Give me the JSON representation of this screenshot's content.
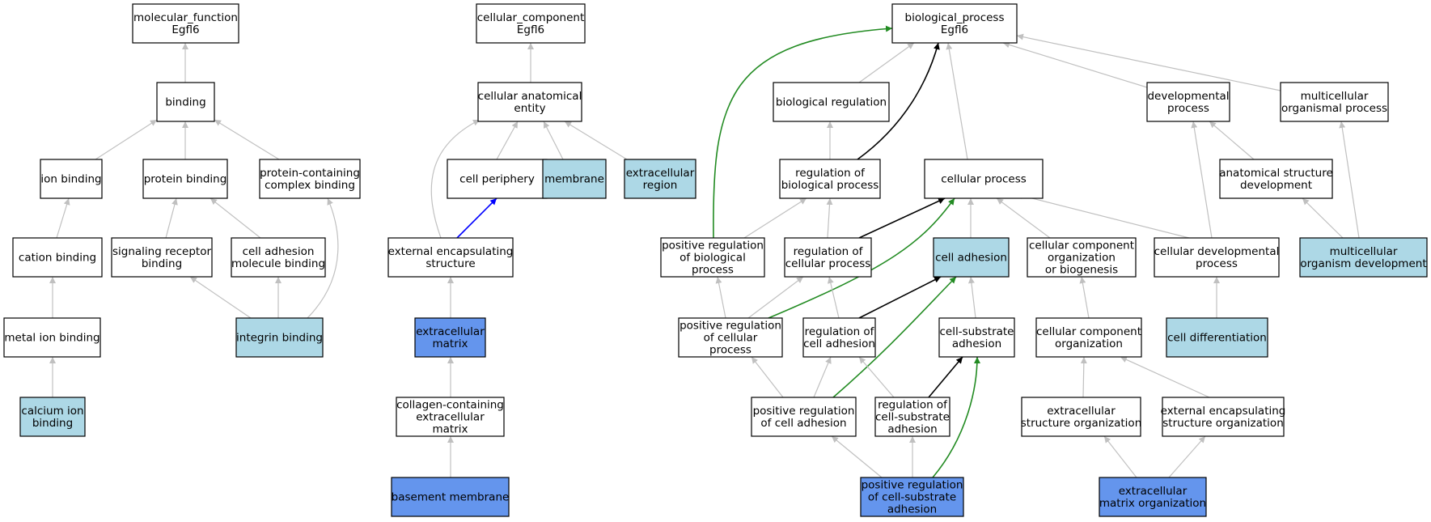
{
  "colors": {
    "plain_fill": "#ffffff",
    "annotated_fill": "#add8e6",
    "direct_fill": "#6495ed",
    "node_border": "#000000",
    "is_a_edge": "#c0c0c0",
    "regulates_edge": "#000000",
    "positively_regulates_edge": "#228b22",
    "part_of_edge": "#0000ff"
  },
  "nodes": [
    {
      "id": "mf_root",
      "lines": [
        "molecular_function",
        "Egfl6"
      ],
      "kind": "plain"
    },
    {
      "id": "binding",
      "lines": [
        "binding"
      ],
      "kind": "plain"
    },
    {
      "id": "ion_binding",
      "lines": [
        "ion binding"
      ],
      "kind": "plain"
    },
    {
      "id": "protein_binding",
      "lines": [
        "protein binding"
      ],
      "kind": "plain"
    },
    {
      "id": "complex_binding",
      "lines": [
        "protein-containing",
        "complex binding"
      ],
      "kind": "plain"
    },
    {
      "id": "cation_binding",
      "lines": [
        "cation binding"
      ],
      "kind": "plain"
    },
    {
      "id": "signaling_receptor_binding",
      "lines": [
        "signaling receptor",
        "binding"
      ],
      "kind": "plain"
    },
    {
      "id": "cell_adhesion_molecule_binding",
      "lines": [
        "cell adhesion",
        "molecule binding"
      ],
      "kind": "plain"
    },
    {
      "id": "metal_ion_binding",
      "lines": [
        "metal ion binding"
      ],
      "kind": "plain"
    },
    {
      "id": "integrin_binding",
      "lines": [
        "integrin binding"
      ],
      "kind": "annotated"
    },
    {
      "id": "calcium_ion_binding",
      "lines": [
        "calcium ion",
        "binding"
      ],
      "kind": "annotated"
    },
    {
      "id": "cc_root",
      "lines": [
        "cellular_component",
        "Egfl6"
      ],
      "kind": "plain"
    },
    {
      "id": "cellular_anatomical_entity",
      "lines": [
        "cellular anatomical",
        "entity"
      ],
      "kind": "plain"
    },
    {
      "id": "cell_periphery",
      "lines": [
        "cell periphery"
      ],
      "kind": "plain"
    },
    {
      "id": "membrane",
      "lines": [
        "membrane"
      ],
      "kind": "annotated"
    },
    {
      "id": "extracellular_region",
      "lines": [
        "extracellular",
        "region"
      ],
      "kind": "annotated"
    },
    {
      "id": "external_encapsulating_structure",
      "lines": [
        "external encapsulating",
        "structure"
      ],
      "kind": "plain"
    },
    {
      "id": "extracellular_matrix",
      "lines": [
        "extracellular",
        "matrix"
      ],
      "kind": "direct"
    },
    {
      "id": "collagen_ecm",
      "lines": [
        "collagen-containing",
        "extracellular",
        "matrix"
      ],
      "kind": "plain"
    },
    {
      "id": "basement_membrane",
      "lines": [
        "basement membrane"
      ],
      "kind": "direct"
    },
    {
      "id": "bp_root",
      "lines": [
        "biological_process",
        "Egfl6"
      ],
      "kind": "plain"
    },
    {
      "id": "biological_regulation",
      "lines": [
        "biological regulation"
      ],
      "kind": "plain"
    },
    {
      "id": "regulation_of_biological_process",
      "lines": [
        "regulation of",
        "biological process"
      ],
      "kind": "plain"
    },
    {
      "id": "cellular_process",
      "lines": [
        "cellular process"
      ],
      "kind": "plain"
    },
    {
      "id": "developmental_process",
      "lines": [
        "developmental",
        "process"
      ],
      "kind": "plain"
    },
    {
      "id": "multicellular_organismal_process",
      "lines": [
        "multicellular",
        "organismal process"
      ],
      "kind": "plain"
    },
    {
      "id": "anatomical_structure_development",
      "lines": [
        "anatomical structure",
        "development"
      ],
      "kind": "plain"
    },
    {
      "id": "pos_reg_biological_process",
      "lines": [
        "positive regulation",
        "of biological",
        "process"
      ],
      "kind": "plain"
    },
    {
      "id": "regulation_of_cellular_process",
      "lines": [
        "regulation of",
        "cellular process"
      ],
      "kind": "plain"
    },
    {
      "id": "cell_adhesion",
      "lines": [
        "cell adhesion"
      ],
      "kind": "annotated"
    },
    {
      "id": "cc_organization_or_biogenesis",
      "lines": [
        "cellular component",
        "organization",
        "or biogenesis"
      ],
      "kind": "plain"
    },
    {
      "id": "cellular_developmental_process",
      "lines": [
        "cellular developmental",
        "process"
      ],
      "kind": "plain"
    },
    {
      "id": "multicellular_organism_development",
      "lines": [
        "multicellular",
        "organism development"
      ],
      "kind": "annotated"
    },
    {
      "id": "pos_reg_cellular_process",
      "lines": [
        "positive regulation",
        "of cellular",
        "process"
      ],
      "kind": "plain"
    },
    {
      "id": "regulation_of_cell_adhesion",
      "lines": [
        "regulation of",
        "cell adhesion"
      ],
      "kind": "plain"
    },
    {
      "id": "cell_substrate_adhesion",
      "lines": [
        "cell-substrate",
        "adhesion"
      ],
      "kind": "plain"
    },
    {
      "id": "cellular_component_organization",
      "lines": [
        "cellular component",
        "organization"
      ],
      "kind": "plain"
    },
    {
      "id": "cell_differentiation",
      "lines": [
        "cell differentiation"
      ],
      "kind": "annotated"
    },
    {
      "id": "pos_reg_cell_adhesion",
      "lines": [
        "positive regulation",
        "of cell adhesion"
      ],
      "kind": "plain"
    },
    {
      "id": "reg_cell_substrate_adhesion",
      "lines": [
        "regulation of",
        "cell-substrate",
        "adhesion"
      ],
      "kind": "plain"
    },
    {
      "id": "extracellular_structure_organization",
      "lines": [
        "extracellular",
        "structure organization"
      ],
      "kind": "plain"
    },
    {
      "id": "external_encapsulating_structure_organization",
      "lines": [
        "external encapsulating",
        "structure organization"
      ],
      "kind": "plain"
    },
    {
      "id": "pos_reg_cell_substrate_adhesion",
      "lines": [
        "positive regulation",
        "of cell-substrate",
        "adhesion"
      ],
      "kind": "direct"
    },
    {
      "id": "ecm_organization",
      "lines": [
        "extracellular",
        "matrix organization"
      ],
      "kind": "direct"
    }
  ],
  "edges": [
    {
      "from": "binding",
      "to": "mf_root",
      "type": "is_a"
    },
    {
      "from": "ion_binding",
      "to": "binding",
      "type": "is_a"
    },
    {
      "from": "protein_binding",
      "to": "binding",
      "type": "is_a"
    },
    {
      "from": "complex_binding",
      "to": "binding",
      "type": "is_a"
    },
    {
      "from": "cation_binding",
      "to": "ion_binding",
      "type": "is_a"
    },
    {
      "from": "signaling_receptor_binding",
      "to": "protein_binding",
      "type": "is_a"
    },
    {
      "from": "cell_adhesion_molecule_binding",
      "to": "protein_binding",
      "type": "is_a"
    },
    {
      "from": "metal_ion_binding",
      "to": "cation_binding",
      "type": "is_a"
    },
    {
      "from": "integrin_binding",
      "to": "signaling_receptor_binding",
      "type": "is_a"
    },
    {
      "from": "integrin_binding",
      "to": "cell_adhesion_molecule_binding",
      "type": "is_a"
    },
    {
      "from": "integrin_binding",
      "to": "complex_binding",
      "type": "is_a"
    },
    {
      "from": "calcium_ion_binding",
      "to": "metal_ion_binding",
      "type": "is_a"
    },
    {
      "from": "cellular_anatomical_entity",
      "to": "cc_root",
      "type": "is_a"
    },
    {
      "from": "cell_periphery",
      "to": "cellular_anatomical_entity",
      "type": "is_a"
    },
    {
      "from": "membrane",
      "to": "cellular_anatomical_entity",
      "type": "is_a"
    },
    {
      "from": "extracellular_region",
      "to": "cellular_anatomical_entity",
      "type": "is_a"
    },
    {
      "from": "external_encapsulating_structure",
      "to": "cellular_anatomical_entity",
      "type": "is_a"
    },
    {
      "from": "external_encapsulating_structure",
      "to": "cell_periphery",
      "type": "part_of"
    },
    {
      "from": "extracellular_matrix",
      "to": "external_encapsulating_structure",
      "type": "is_a"
    },
    {
      "from": "collagen_ecm",
      "to": "extracellular_matrix",
      "type": "is_a"
    },
    {
      "from": "basement_membrane",
      "to": "collagen_ecm",
      "type": "is_a"
    },
    {
      "from": "biological_regulation",
      "to": "bp_root",
      "type": "is_a"
    },
    {
      "from": "regulation_of_biological_process",
      "to": "biological_regulation",
      "type": "is_a"
    },
    {
      "from": "regulation_of_biological_process",
      "to": "bp_root",
      "type": "regulates"
    },
    {
      "from": "pos_reg_biological_process",
      "to": "bp_root",
      "type": "positively_regulates"
    },
    {
      "from": "pos_reg_biological_process",
      "to": "regulation_of_biological_process",
      "type": "is_a"
    },
    {
      "from": "cellular_process",
      "to": "bp_root",
      "type": "is_a"
    },
    {
      "from": "developmental_process",
      "to": "bp_root",
      "type": "is_a"
    },
    {
      "from": "multicellular_organismal_process",
      "to": "bp_root",
      "type": "is_a"
    },
    {
      "from": "anatomical_structure_development",
      "to": "developmental_process",
      "type": "is_a"
    },
    {
      "from": "regulation_of_cellular_process",
      "to": "regulation_of_biological_process",
      "type": "is_a"
    },
    {
      "from": "regulation_of_cellular_process",
      "to": "cellular_process",
      "type": "regulates"
    },
    {
      "from": "cell_adhesion",
      "to": "cellular_process",
      "type": "is_a"
    },
    {
      "from": "cc_organization_or_biogenesis",
      "to": "cellular_process",
      "type": "is_a"
    },
    {
      "from": "cellular_developmental_process",
      "to": "cellular_process",
      "type": "is_a"
    },
    {
      "from": "cellular_developmental_process",
      "to": "developmental_process",
      "type": "is_a"
    },
    {
      "from": "multicellular_organism_development",
      "to": "anatomical_structure_development",
      "type": "is_a"
    },
    {
      "from": "multicellular_organism_development",
      "to": "multicellular_organismal_process",
      "type": "is_a"
    },
    {
      "from": "pos_reg_cellular_process",
      "to": "pos_reg_biological_process",
      "type": "is_a"
    },
    {
      "from": "pos_reg_cellular_process",
      "to": "regulation_of_cellular_process",
      "type": "is_a"
    },
    {
      "from": "pos_reg_cellular_process",
      "to": "cellular_process",
      "type": "positively_regulates"
    },
    {
      "from": "regulation_of_cell_adhesion",
      "to": "regulation_of_cellular_process",
      "type": "is_a"
    },
    {
      "from": "regulation_of_cell_adhesion",
      "to": "cell_adhesion",
      "type": "regulates"
    },
    {
      "from": "cell_substrate_adhesion",
      "to": "cell_adhesion",
      "type": "is_a"
    },
    {
      "from": "cellular_component_organization",
      "to": "cc_organization_or_biogenesis",
      "type": "is_a"
    },
    {
      "from": "cell_differentiation",
      "to": "cellular_developmental_process",
      "type": "is_a"
    },
    {
      "from": "pos_reg_cell_adhesion",
      "to": "pos_reg_cellular_process",
      "type": "is_a"
    },
    {
      "from": "pos_reg_cell_adhesion",
      "to": "regulation_of_cell_adhesion",
      "type": "is_a"
    },
    {
      "from": "pos_reg_cell_adhesion",
      "to": "cell_adhesion",
      "type": "positively_regulates"
    },
    {
      "from": "reg_cell_substrate_adhesion",
      "to": "regulation_of_cell_adhesion",
      "type": "is_a"
    },
    {
      "from": "reg_cell_substrate_adhesion",
      "to": "cell_substrate_adhesion",
      "type": "regulates"
    },
    {
      "from": "extracellular_structure_organization",
      "to": "cellular_component_organization",
      "type": "is_a"
    },
    {
      "from": "external_encapsulating_structure_organization",
      "to": "cellular_component_organization",
      "type": "is_a"
    },
    {
      "from": "pos_reg_cell_substrate_adhesion",
      "to": "pos_reg_cell_adhesion",
      "type": "is_a"
    },
    {
      "from": "pos_reg_cell_substrate_adhesion",
      "to": "reg_cell_substrate_adhesion",
      "type": "is_a"
    },
    {
      "from": "pos_reg_cell_substrate_adhesion",
      "to": "cell_substrate_adhesion",
      "type": "positively_regulates"
    },
    {
      "from": "ecm_organization",
      "to": "extracellular_structure_organization",
      "type": "is_a"
    },
    {
      "from": "ecm_organization",
      "to": "external_encapsulating_structure_organization",
      "type": "is_a"
    }
  ]
}
